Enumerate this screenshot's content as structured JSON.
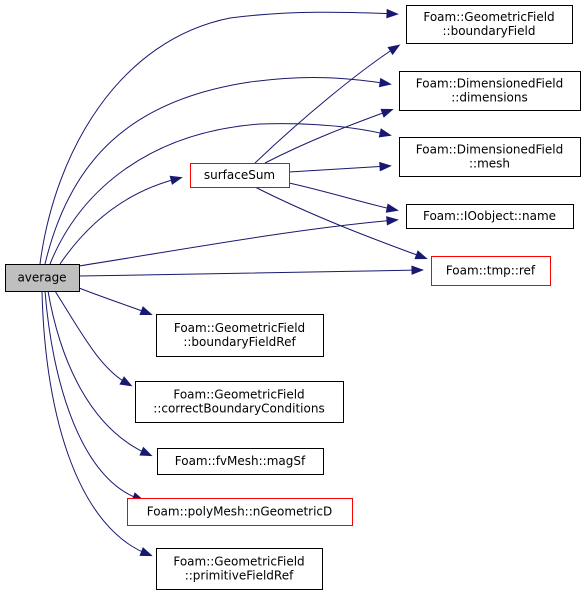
{
  "colors": {
    "edge": "#191970",
    "node_border": "#000000",
    "node_border_truncated": "#ff0000",
    "root_fill": "#bfbfbf",
    "node_fill": "#ffffff"
  },
  "nodes": {
    "average": {
      "lines": [
        "average"
      ],
      "style": "root"
    },
    "surfaceSum": {
      "lines": [
        "surfaceSum"
      ],
      "style": "truncated"
    },
    "gf_boundaryField": {
      "lines": [
        "Foam::GeometricField",
        "::boundaryField"
      ],
      "style": "normal"
    },
    "df_dimensions": {
      "lines": [
        "Foam::DimensionedField",
        "::dimensions"
      ],
      "style": "normal"
    },
    "df_mesh": {
      "lines": [
        "Foam::DimensionedField",
        "::mesh"
      ],
      "style": "normal"
    },
    "ioobject_name": {
      "lines": [
        "Foam::IOobject::name"
      ],
      "style": "normal"
    },
    "tmp_ref": {
      "lines": [
        "Foam::tmp::ref"
      ],
      "style": "truncated"
    },
    "gf_boundaryFieldRef": {
      "lines": [
        "Foam::GeometricField",
        "::boundaryFieldRef"
      ],
      "style": "normal"
    },
    "gf_correctBC": {
      "lines": [
        "Foam::GeometricField",
        "::correctBoundaryConditions"
      ],
      "style": "normal"
    },
    "fvmesh_magSf": {
      "lines": [
        "Foam::fvMesh::magSf"
      ],
      "style": "normal"
    },
    "polymesh_nGeometricD": {
      "lines": [
        "Foam::polyMesh::nGeometricD"
      ],
      "style": "truncated"
    },
    "gf_primitiveFieldRef": {
      "lines": [
        "Foam::GeometricField",
        "::primitiveFieldRef"
      ],
      "style": "normal"
    }
  },
  "edges": [
    {
      "from": "average",
      "to": "gf_boundaryField"
    },
    {
      "from": "average",
      "to": "df_dimensions"
    },
    {
      "from": "average",
      "to": "df_mesh"
    },
    {
      "from": "average",
      "to": "surfaceSum"
    },
    {
      "from": "average",
      "to": "ioobject_name"
    },
    {
      "from": "average",
      "to": "tmp_ref"
    },
    {
      "from": "average",
      "to": "gf_boundaryFieldRef"
    },
    {
      "from": "average",
      "to": "gf_correctBC"
    },
    {
      "from": "average",
      "to": "fvmesh_magSf"
    },
    {
      "from": "average",
      "to": "polymesh_nGeometricD"
    },
    {
      "from": "average",
      "to": "gf_primitiveFieldRef"
    },
    {
      "from": "surfaceSum",
      "to": "gf_boundaryField"
    },
    {
      "from": "surfaceSum",
      "to": "df_dimensions"
    },
    {
      "from": "surfaceSum",
      "to": "df_mesh"
    },
    {
      "from": "surfaceSum",
      "to": "ioobject_name"
    },
    {
      "from": "surfaceSum",
      "to": "tmp_ref"
    }
  ]
}
